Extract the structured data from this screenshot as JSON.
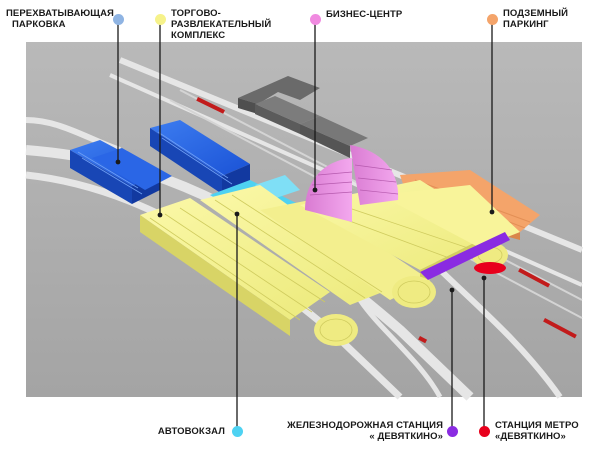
{
  "labels": {
    "park_line1": "ПЕРЕХВАТЫВАЮЩАЯ",
    "park_line2": "ПАРКОВКА",
    "mall_line1": "ТОРГОВО-",
    "mall_line2": "РАЗВЛЕКАТЕЛЬНЫЙ",
    "mall_line3": "КОМПЛЕКС",
    "business": "БИЗНЕС-ЦЕНТР",
    "under_line1": "ПОДЗЕМНЫЙ",
    "under_line2": "ПАРКИНГ",
    "bus": "АВТОВОКЗАЛ",
    "rail_line1": "ЖЕЛЕЗНОДОРОЖНАЯ СТАНЦИЯ",
    "rail_line2": "« ДЕВЯТКИНО»",
    "metro_line1": "СТАНЦИЯ МЕТРО",
    "metro_line2": "«ДЕВЯТКИНО»"
  },
  "colors": {
    "parking": "#8fb4e3",
    "mall": "#f6f28a",
    "business": "#f08ae0",
    "underground": "#f4a46a",
    "bus": "#4ed2f2",
    "rail": "#8a2be2",
    "metro": "#e8001c"
  }
}
